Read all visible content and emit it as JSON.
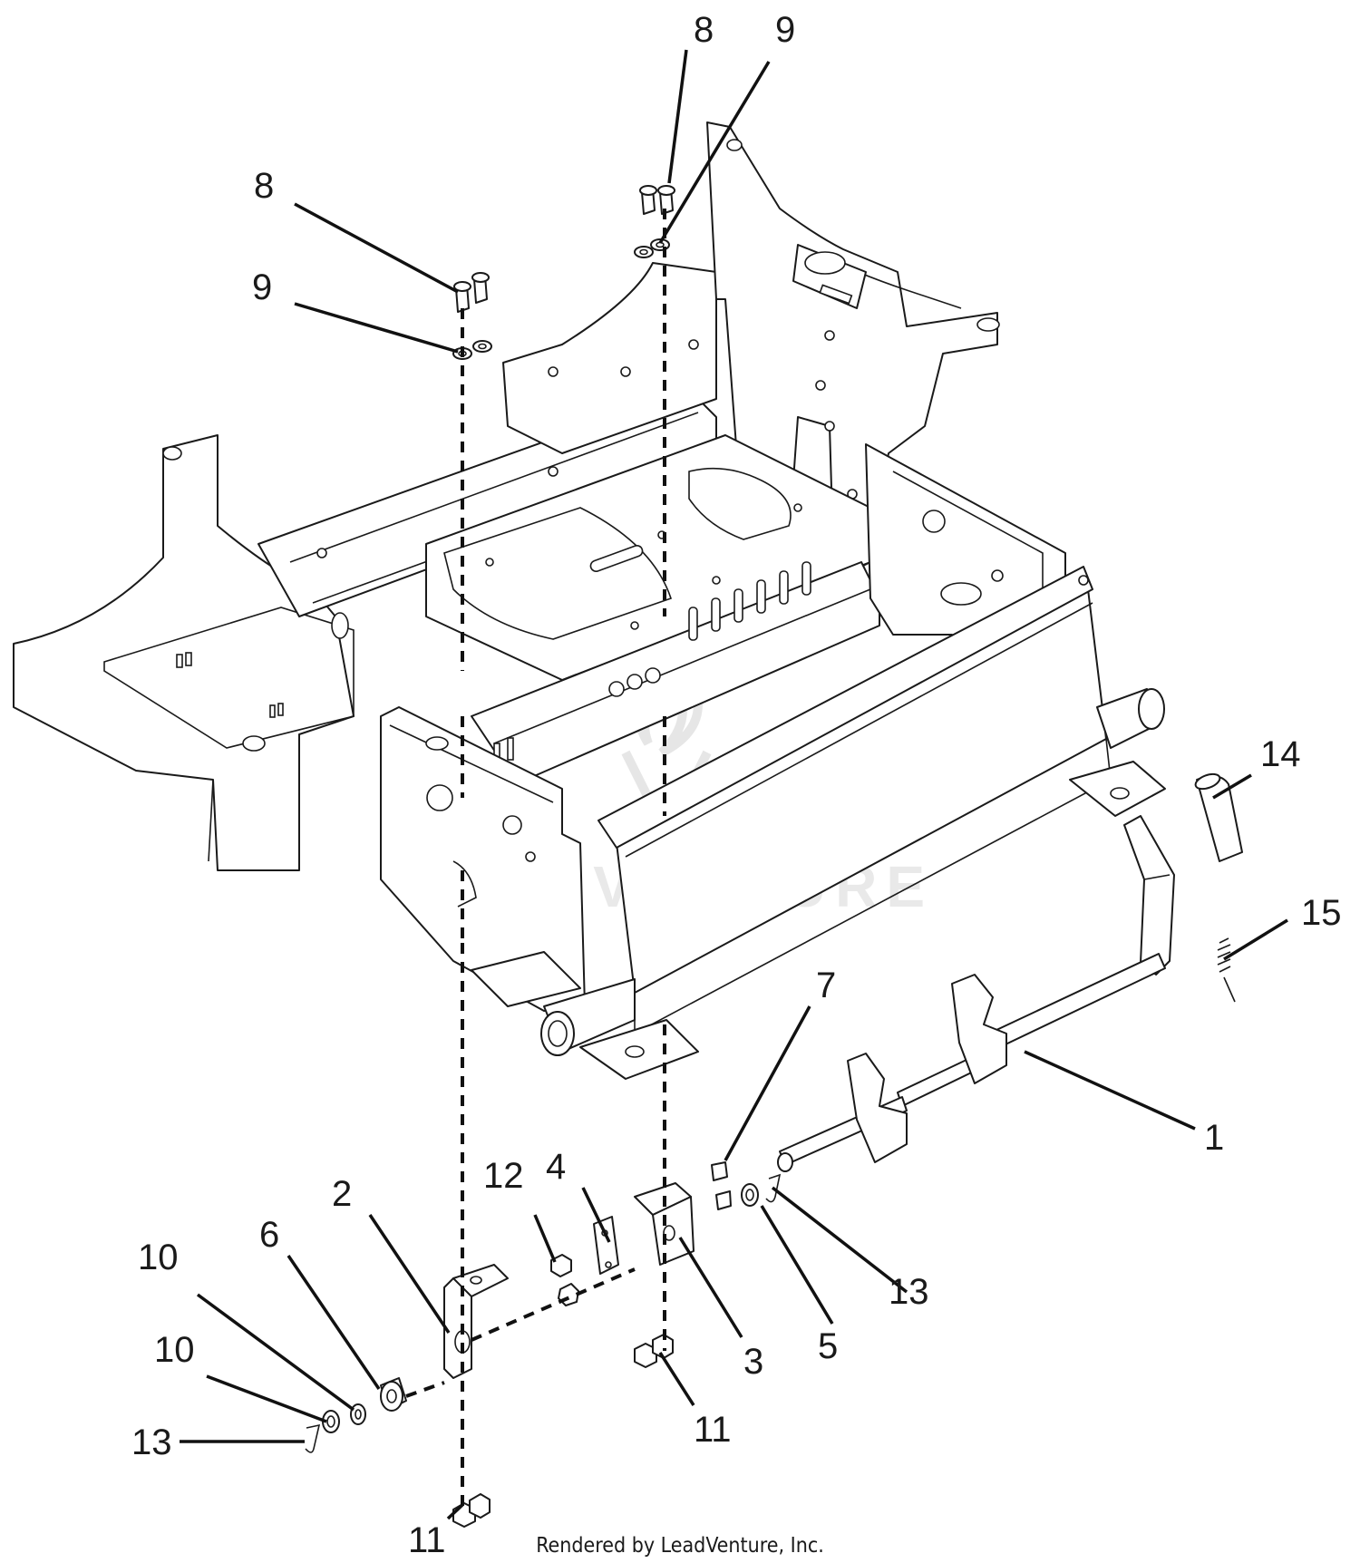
{
  "diagram": {
    "credit": "Rendered by LeadVenture, Inc.",
    "watermark": "LEADVENTURE",
    "callouts": {
      "c1": "1",
      "c2": "2",
      "c3": "3",
      "c4": "4",
      "c5": "5",
      "c6": "6",
      "c7": "7",
      "c8a": "8",
      "c8b": "8",
      "c9a": "9",
      "c9b": "9",
      "c10a": "10",
      "c10b": "10",
      "c11a": "11",
      "c11b": "11",
      "c12": "12",
      "c13a": "13",
      "c13b": "13",
      "c14": "14",
      "c15": "15"
    }
  }
}
